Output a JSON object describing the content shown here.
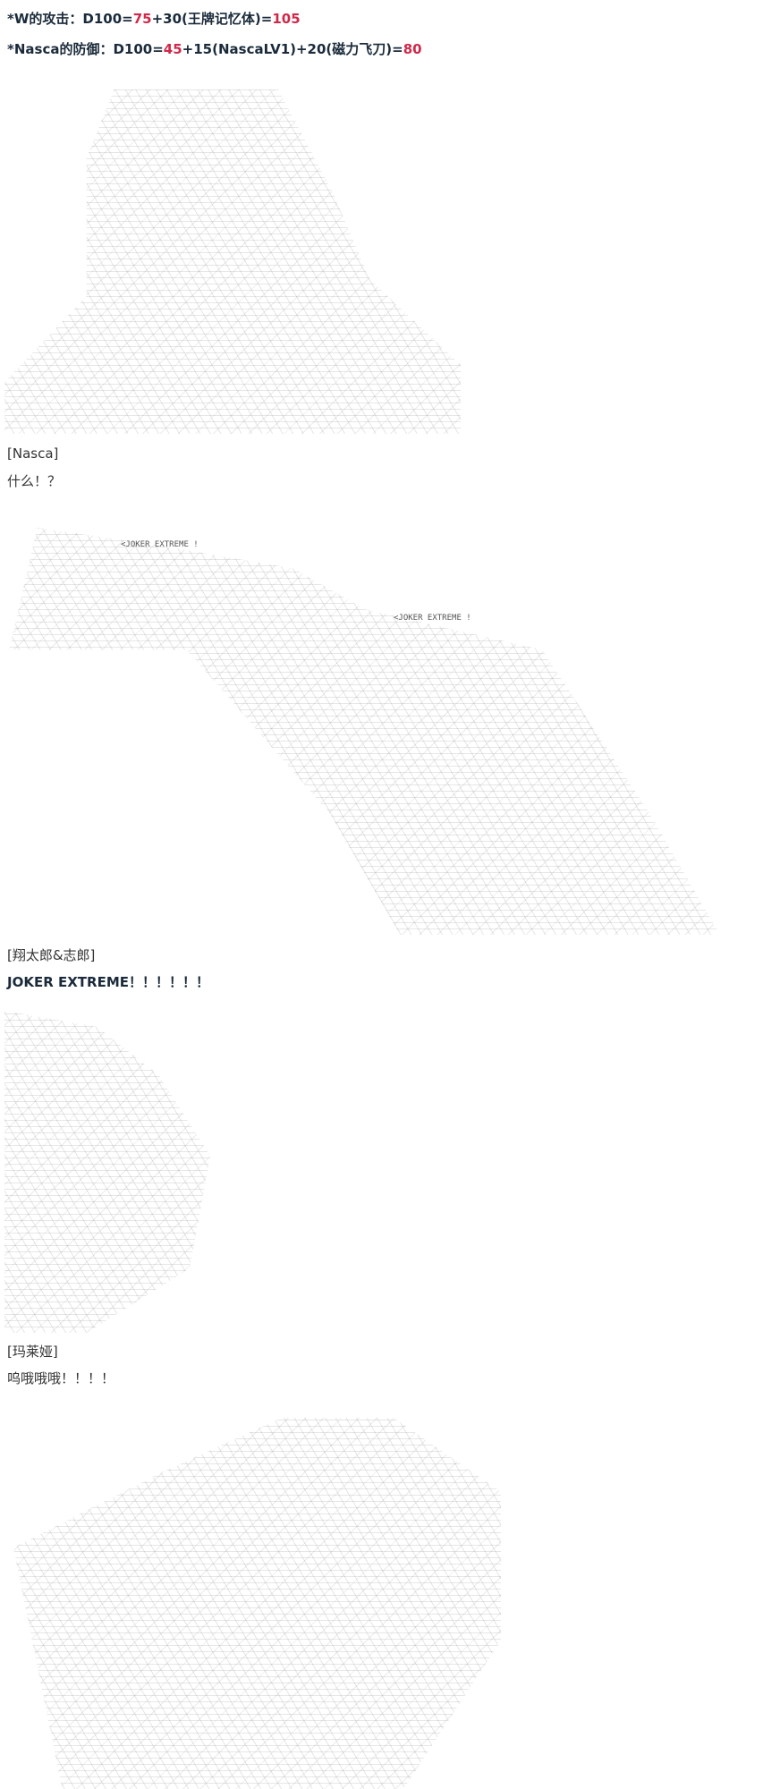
{
  "stats": {
    "w_attack": {
      "prefix": "*W的攻击：D100=",
      "roll": "75",
      "mid": "+30(王牌记忆体)=",
      "total": "105"
    },
    "nasca_defense": {
      "prefix": "*Nasca的防御：D100=",
      "roll": "45",
      "mid": "+15(NascaLV1)+20(磁力飞刀)=",
      "total": "80"
    }
  },
  "dialogues": [
    {
      "speaker": "[Nasca]",
      "line": "什么！？"
    },
    {
      "speaker": "[翔太郎&志郎]",
      "line": "JOKER EXTREME！！！！！！"
    },
    {
      "speaker": "[玛莱娅]",
      "line": "呜哦哦哦！！！！"
    }
  ],
  "art_labels": [
    "<JOKER EXTREME !",
    "<JOKER EXTREME !"
  ]
}
